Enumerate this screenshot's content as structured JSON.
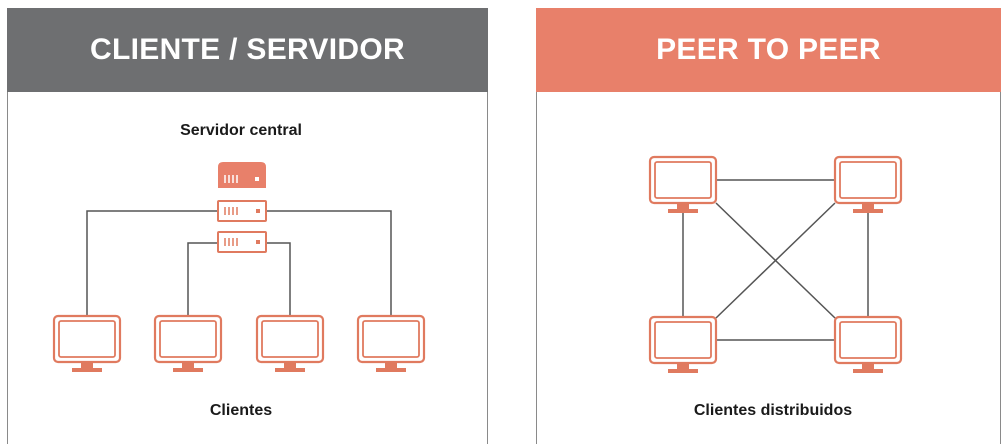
{
  "left_panel": {
    "title": "CLIENTE / SERVIDOR",
    "server_label": "Servidor central",
    "clients_label": "Clientes"
  },
  "right_panel": {
    "title": "PEER TO PEER",
    "clients_label": "Clientes distribuidos"
  },
  "colors": {
    "left_header": "#6e6f71",
    "right_header": "#e8806a",
    "icon_stroke": "#e07a5f",
    "connector": "#555555"
  },
  "icons": {
    "server": "server-rack-icon",
    "client": "monitor-icon"
  }
}
